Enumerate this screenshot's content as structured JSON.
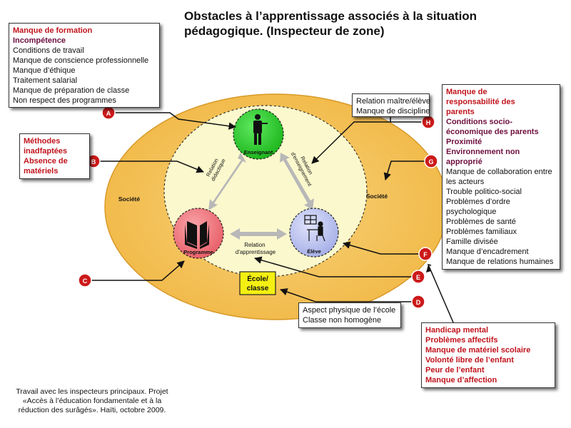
{
  "title": "Obstacles à l’apprentissage associés à la situation pédagogique. (Inspecteur de zone)",
  "society_label_left": "Société",
  "society_label_right": "Société",
  "nodes": {
    "enseignant": "Enseignant",
    "programme": "Programme",
    "eleve": "Élève",
    "ecole": [
      "École/",
      "classe"
    ]
  },
  "relations": {
    "didactique": [
      "Relation",
      "didactique"
    ],
    "enseignement": [
      "Relation",
      "d'enseignement"
    ],
    "apprentissage": [
      "Relation",
      "d'apprentissage"
    ]
  },
  "markers": [
    "A",
    "B",
    "C",
    "D",
    "E",
    "F",
    "G",
    "H"
  ],
  "box_a": {
    "red_lines": [
      "Manque de formation"
    ],
    "maroon_lines": [
      "Incompétence"
    ],
    "lines": [
      "Conditions de travail",
      "Manque de conscience professionnelle",
      "Manque d’éthique",
      "Traitement salarial",
      "Manque de préparation de classe",
      "Non respect des programmes"
    ]
  },
  "box_b": {
    "red_lines": [
      "Méthodes",
      "inadfaptées",
      "Absence de",
      "matériels"
    ]
  },
  "box_h": {
    "lines": [
      "Relation maître/élève",
      "Manque de discipline"
    ]
  },
  "box_g": {
    "red_lines": [
      "Manque de",
      "responsabilité des",
      "parents"
    ],
    "maroon_lines": [
      "Conditions socio-",
      "économique des parents",
      "Proximité",
      "Environnement non",
      "approprié"
    ],
    "lines": [
      "Manque de collaboration entre",
      "les acteurs",
      "Trouble politico-social",
      "Problèmes d’ordre",
      "psychologique",
      "Problèmes de santé",
      "Problèmes familiaux",
      "Famille divisée",
      "Manque d’encadrement",
      "Manque de relations humaines"
    ]
  },
  "box_d": {
    "lines": [
      "Aspect physique de l’école",
      "Classe non homogène"
    ]
  },
  "box_f": {
    "red_lines": [
      "Handicap mental",
      "Problèmes affectifs",
      "Manque de matériel scolaire",
      "Volonté libre de l’enfant",
      "Peur de l’enfant",
      "Manque d’affection"
    ]
  },
  "footer": "Travail avec les inspecteurs principaux. Projet «Accès à l’éducation fondamentale et à la réduction des surâgés». Haïti, octobre 2009.",
  "colors": {
    "outer_ellipse": "#f5c35a",
    "inner_ellipse": "#fbf7c7",
    "enseignant": "#2ed12e",
    "programme": "#f07c84",
    "eleve": "#bcc3ef",
    "ecole": "#f4f012",
    "marker": "#cc1a1a"
  }
}
